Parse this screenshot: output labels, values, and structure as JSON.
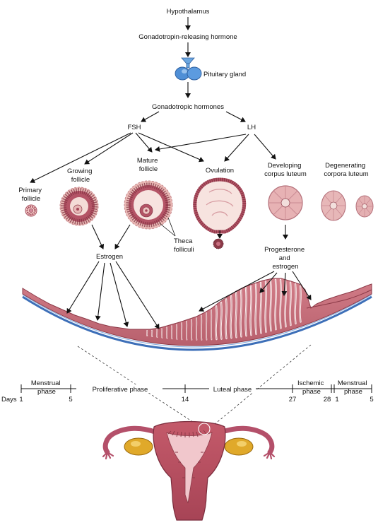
{
  "cascade": {
    "hypothalamus": "Hypothalamus",
    "gnrh": "Gonadotropin-releasing hormone",
    "pituitary": "Pituitary gland",
    "gonadotropic": "Gonadotropic hormones",
    "fsh": "FSH",
    "lh": "LH"
  },
  "ovary_stages": {
    "primary": [
      "Primary",
      "follicle"
    ],
    "growing": [
      "Growing",
      "follicle"
    ],
    "mature": [
      "Mature",
      "follicle"
    ],
    "ovulation": "Ovulation",
    "developing": [
      "Developing",
      "corpus luteum"
    ],
    "degenerating": [
      "Degenerating",
      "corpora luteum"
    ],
    "theca": [
      "Theca",
      "folliculi"
    ]
  },
  "hormones": {
    "estrogen": "Estrogen",
    "progesterone": [
      "Progesterone",
      "and",
      "estrogen"
    ]
  },
  "timeline": {
    "days_label": "Days",
    "ticks": [
      "1",
      "5",
      "14",
      "27",
      "28",
      "1",
      "5"
    ],
    "phases": {
      "menstrual_1": [
        "Menstrual",
        "phase"
      ],
      "proliferative": "Proliferative phase",
      "luteal": "Luteal phase",
      "ischemic": [
        "Ischemic",
        "phase"
      ],
      "menstrual_2": [
        "Menstrual",
        "phase"
      ]
    }
  },
  "colors": {
    "tissue": "#c9707a",
    "tissue_dark": "#8c3a48",
    "tissue_light": "#e7aab0",
    "pituitary_blue": "#4f8fd6",
    "basal_blue": "#3d6fb8",
    "ovary_yellow": "#e0a92a"
  }
}
